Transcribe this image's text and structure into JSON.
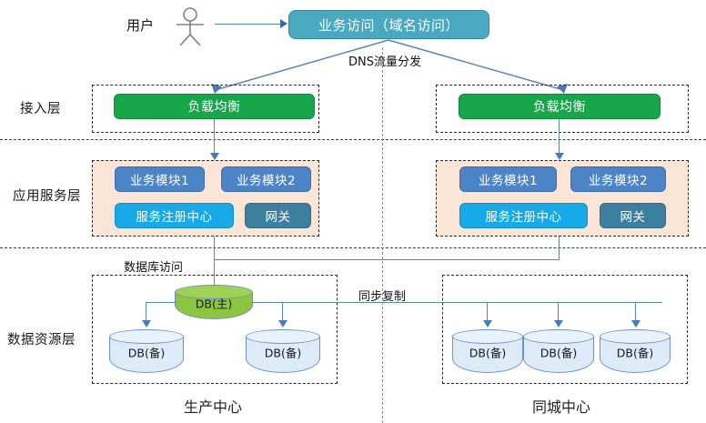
{
  "diagram": {
    "title_texts": {
      "user": "用户",
      "dns": "DNS流量分发",
      "db_access": "数据库访问",
      "sync_replication": "同步复制"
    },
    "layers": [
      {
        "id": "access",
        "label": "接入层"
      },
      {
        "id": "app",
        "label": "应用服务层"
      },
      {
        "id": "data",
        "label": "数据资源层"
      }
    ],
    "centers": [
      {
        "id": "production",
        "label": "生产中心"
      },
      {
        "id": "same_city",
        "label": "同城中心"
      }
    ],
    "entry": {
      "label": "业务访问（域名访问）",
      "color": "#4aa8c0"
    },
    "access_layer": {
      "left": {
        "label": "负载均衡",
        "color": "#17a74a"
      },
      "right": {
        "label": "负载均衡",
        "color": "#17a74a"
      }
    },
    "app_layer": {
      "left": {
        "modules": [
          {
            "label": "业务模块1",
            "color": "#4d84c8"
          },
          {
            "label": "业务模块2",
            "color": "#4d84c8"
          },
          {
            "label": "服务注册中心",
            "color": "#18a9e8"
          },
          {
            "label": "网关",
            "color": "#3d7f9e"
          }
        ]
      },
      "right": {
        "modules": [
          {
            "label": "业务模块1",
            "color": "#4d84c8"
          },
          {
            "label": "业务模块2",
            "color": "#4d84c8"
          },
          {
            "label": "服务注册中心",
            "color": "#18a9e8"
          },
          {
            "label": "网关",
            "color": "#3d7f9e"
          }
        ]
      }
    },
    "data_layer": {
      "production": {
        "master": {
          "label": "DB(主)",
          "color": "#8cc63f"
        },
        "slaves": [
          {
            "label": "DB(备)",
            "color": "#dcebf7"
          },
          {
            "label": "DB(备)",
            "color": "#dcebf7"
          }
        ]
      },
      "same_city": {
        "slaves": [
          {
            "label": "DB(备)",
            "color": "#dcebf7"
          },
          {
            "label": "DB(备)",
            "color": "#dcebf7"
          },
          {
            "label": "DB(备)",
            "color": "#dcebf7"
          }
        ]
      }
    },
    "colors": {
      "connector": "#5b86bd",
      "zone_border": "#2b2b2b",
      "app_zone_fill": "#fbe5d6",
      "divider": "#3a3a3a",
      "center_divider": "#8a8a8a"
    }
  }
}
